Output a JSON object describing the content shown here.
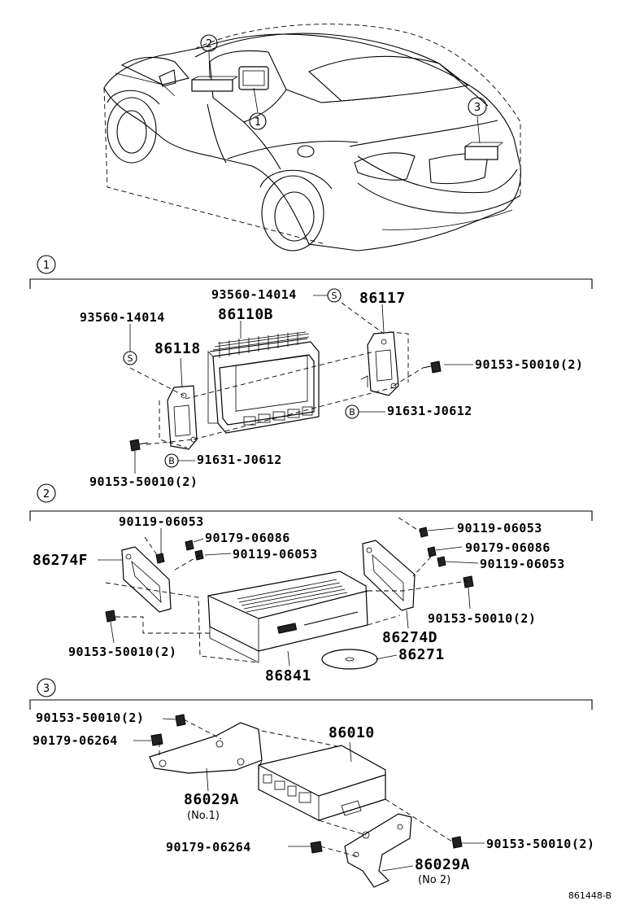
{
  "overview": {
    "callouts": [
      "2",
      "1",
      "3"
    ]
  },
  "section1": {
    "number": "1",
    "labels": {
      "screw_right": "93560-14014",
      "screw_left": "93560-14014",
      "bracket_right": "86117",
      "display": "86110B",
      "bracket_left": "86118",
      "bolt_right": "90153-50010(2)",
      "nut_right": "91631-J0612",
      "nut_left": "91631-J0612",
      "bolt_left": "90153-50010(2)"
    },
    "markers": {
      "s": "S",
      "b": "B"
    }
  },
  "section2": {
    "number": "2",
    "labels": {
      "screw_left_top": "90119-06053",
      "clip_left": "90179-06086",
      "screw_left_mid": "90119-06053",
      "bracket_left": "86274F",
      "bolt_left": "90153-50010(2)",
      "screw_right_top": "90119-06053",
      "clip_right": "90179-06086",
      "screw_right_mid": "90119-06053",
      "bolt_right": "90153-50010(2)",
      "bracket_right": "86274D",
      "disc": "86271",
      "changer": "86841"
    }
  },
  "section3": {
    "number": "3",
    "labels": {
      "bolt_top": "90153-50010(2)",
      "nut_top": "90179-06264",
      "amp": "86010",
      "bracket1": "86029A",
      "bracket1_note": "(No.1)",
      "nut_bottom": "90179-06264",
      "bolt_bottom": "90153-50010(2)",
      "bracket2": "86029A",
      "bracket2_note": "(No 2)"
    }
  },
  "reference": "861448-B"
}
